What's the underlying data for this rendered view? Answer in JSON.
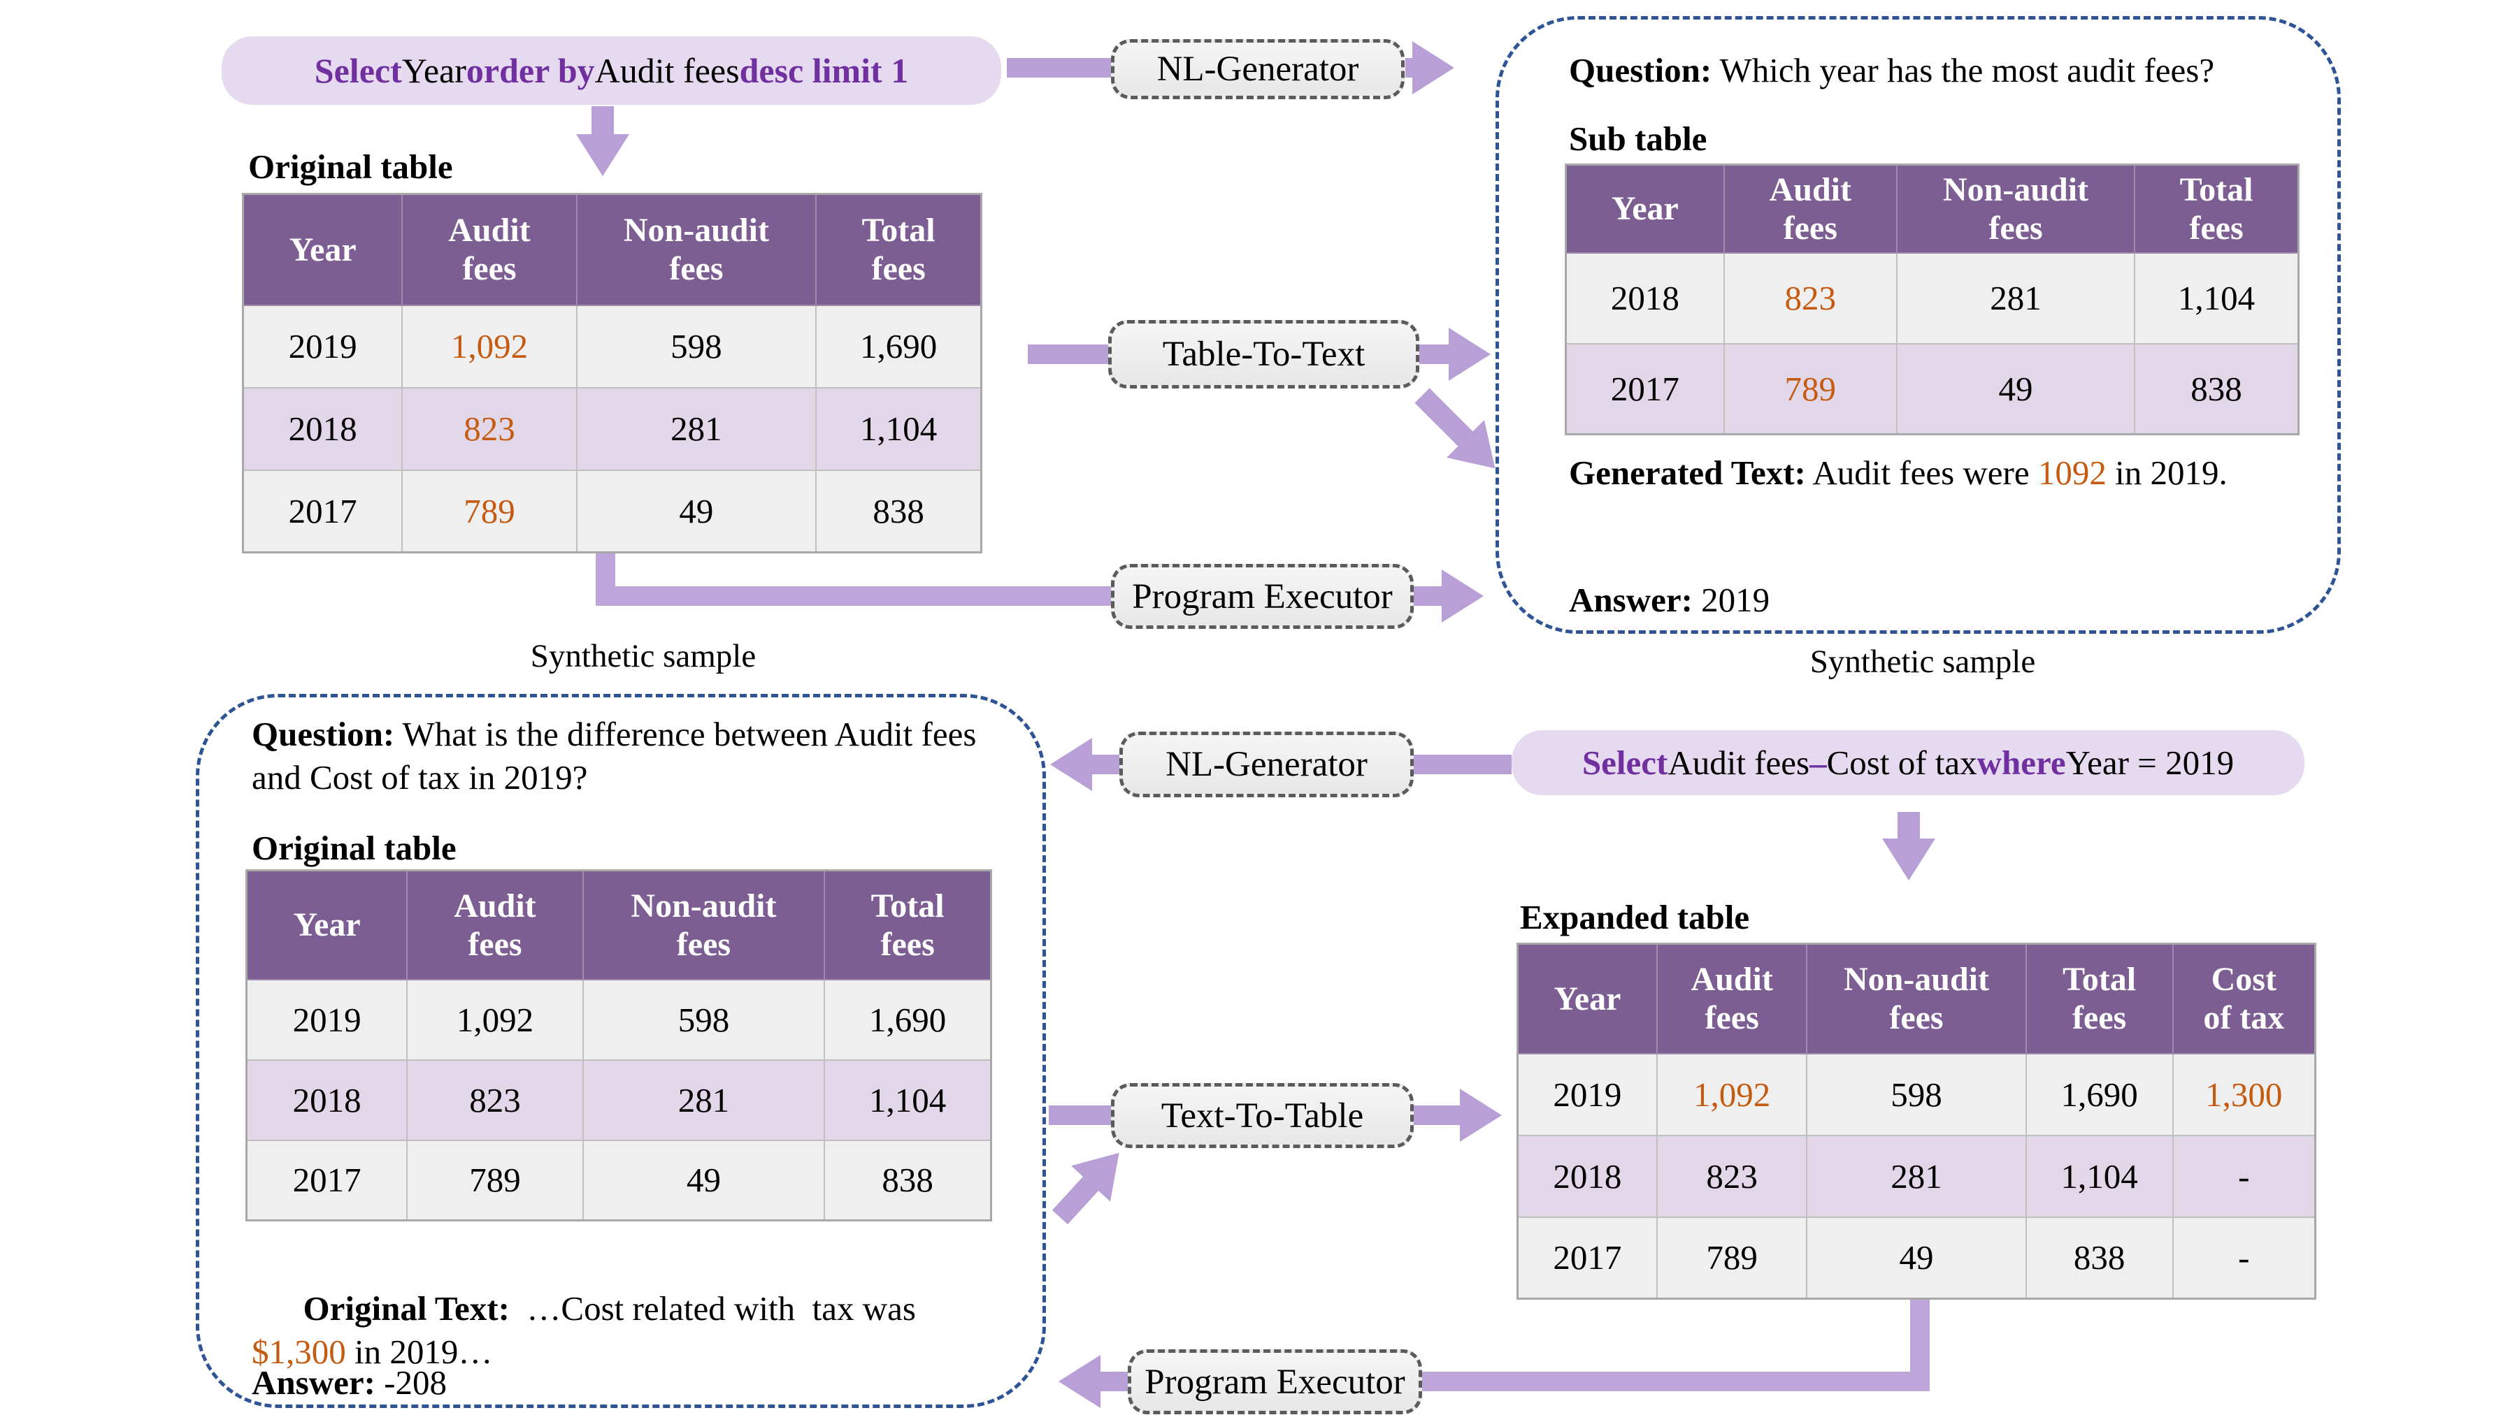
{
  "colors": {
    "header_purple": "#7C5E93",
    "row_gray": "#F0EFF0",
    "row_lavender": "#E2D7E8",
    "sql_box_bg": "#E5DAEF",
    "sql_keyword": "#7030A0",
    "highlight_orange": "#C55A11",
    "arrow_purple": "#B89FD6",
    "panel_border_blue": "#2F5496",
    "process_box_border": "#5B5B5B"
  },
  "sql_top": {
    "k1": "Select",
    "t1": " Year ",
    "k2": "order by",
    "t2": " Audit fees ",
    "k3": "desc limit 1"
  },
  "sql_bottom": {
    "k1": "Select",
    "t1": " Audit fees ",
    "k2": "–",
    "t2": " Cost of tax ",
    "k3": "where",
    "t3": " Year = 2019"
  },
  "boxes": {
    "nl_generator": "NL-Generator",
    "table_to_text": "Table-To-Text",
    "program_executor": "Program Executor",
    "text_to_table": "Text-To-Table"
  },
  "left_top": {
    "table_label": "Original table",
    "caption": "Synthetic sample"
  },
  "right_top": {
    "question_label": "Question:",
    "question": " Which year has the most audit fees?",
    "sub_table_label": "Sub table",
    "generated_label": "Generated Text:",
    "generated_pre": " Audit fees were ",
    "generated_value": "1092",
    "generated_post": " in 2019.",
    "answer_label": "Answer:",
    "answer": " 2019",
    "caption": "Synthetic sample"
  },
  "left_bottom": {
    "question_label": "Question:",
    "question": " What is the difference between Audit fees and Cost of tax in 2019?",
    "table_label": "Original table",
    "original_text_label": "Original Text:",
    "original_text_pre": "  …Cost related with  tax was ",
    "original_text_value": "$1,300",
    "original_text_post": " in 2019…",
    "answer_label": "Answer:",
    "answer": " -208"
  },
  "right_bottom": {
    "table_label": "Expanded table"
  },
  "tables": {
    "original": {
      "headers": [
        "Year",
        "Audit\nfees",
        "Non-audit\nfees",
        "Total\nfees"
      ],
      "rows": [
        [
          "2019",
          "1,092",
          "598",
          "1,690"
        ],
        [
          "2018",
          "823",
          "281",
          "1,104"
        ],
        [
          "2017",
          "789",
          "49",
          "838"
        ]
      ],
      "highlights": [
        [
          0,
          1
        ],
        [
          1,
          1
        ],
        [
          2,
          1
        ]
      ]
    },
    "sub": {
      "headers": [
        "Year",
        "Audit\nfees",
        "Non-audit\nfees",
        "Total\nfees"
      ],
      "rows": [
        [
          "2018",
          "823",
          "281",
          "1,104"
        ],
        [
          "2017",
          "789",
          "49",
          "838"
        ]
      ],
      "highlights": [
        [
          0,
          1
        ],
        [
          1,
          1
        ]
      ]
    },
    "original_plain": {
      "headers": [
        "Year",
        "Audit\nfees",
        "Non-audit\nfees",
        "Total\nfees"
      ],
      "rows": [
        [
          "2019",
          "1,092",
          "598",
          "1,690"
        ],
        [
          "2018",
          "823",
          "281",
          "1,104"
        ],
        [
          "2017",
          "789",
          "49",
          "838"
        ]
      ],
      "highlights": []
    },
    "expanded": {
      "headers": [
        "Year",
        "Audit\nfees",
        "Non-audit\nfees",
        "Total\nfees",
        "Cost\nof tax"
      ],
      "rows": [
        [
          "2019",
          "1,092",
          "598",
          "1,690",
          "1,300"
        ],
        [
          "2018",
          "823",
          "281",
          "1,104",
          "-"
        ],
        [
          "2017",
          "789",
          "49",
          "838",
          "-"
        ]
      ],
      "highlights": [
        [
          0,
          1
        ],
        [
          0,
          4
        ]
      ]
    }
  }
}
